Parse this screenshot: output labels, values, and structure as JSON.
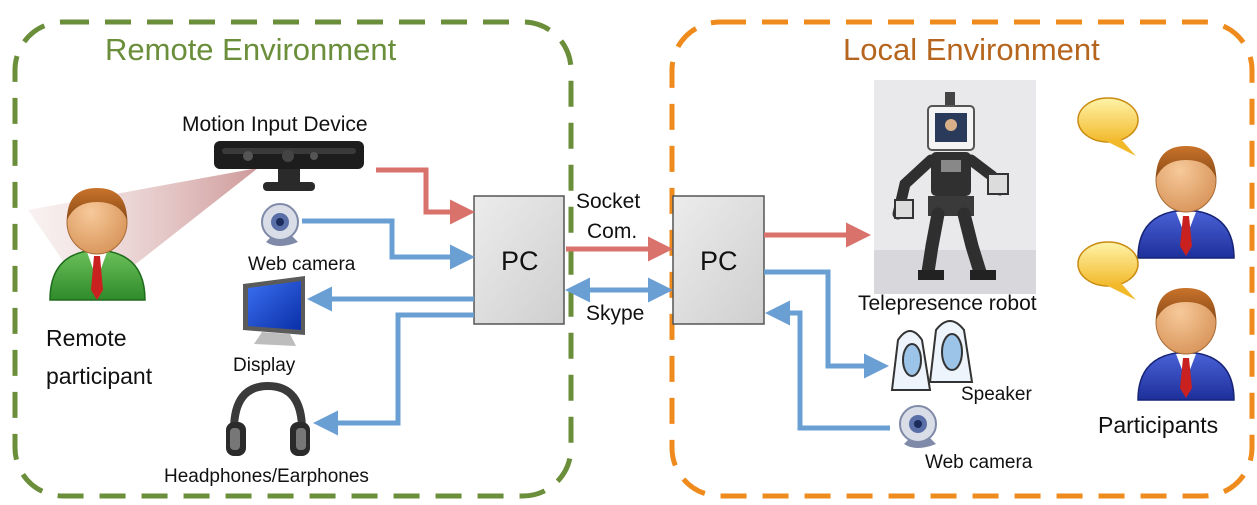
{
  "colors": {
    "remote_border": "#6b8e3a",
    "local_border": "#ef8a1c",
    "remote_title": "#6b8e3a",
    "local_title": "#b5651d",
    "red_arrow": "#d9726b",
    "blue_arrow": "#6a9fd4",
    "pc_box": "#dcdcdc"
  },
  "remote": {
    "title": "Remote Environment",
    "motion_device": "Motion Input Device",
    "web_camera": "Web camera",
    "display": "Display",
    "headphones": "Headphones/Earphones",
    "participant_line1": "Remote",
    "participant_line2": "participant",
    "pc": "PC"
  },
  "links": {
    "socket_line1": "Socket",
    "socket_line2": "Com.",
    "skype": "Skype"
  },
  "local": {
    "title": "Local Environment",
    "pc": "PC",
    "robot": "Telepresence robot",
    "speaker": "Speaker",
    "web_camera": "Web camera",
    "participants": "Participants"
  },
  "icons": [
    "person-icon",
    "motion-sensor-icon",
    "webcam-icon",
    "monitor-icon",
    "headphones-icon",
    "robot-photo",
    "speaker-icon",
    "speech-bubble-icon"
  ]
}
